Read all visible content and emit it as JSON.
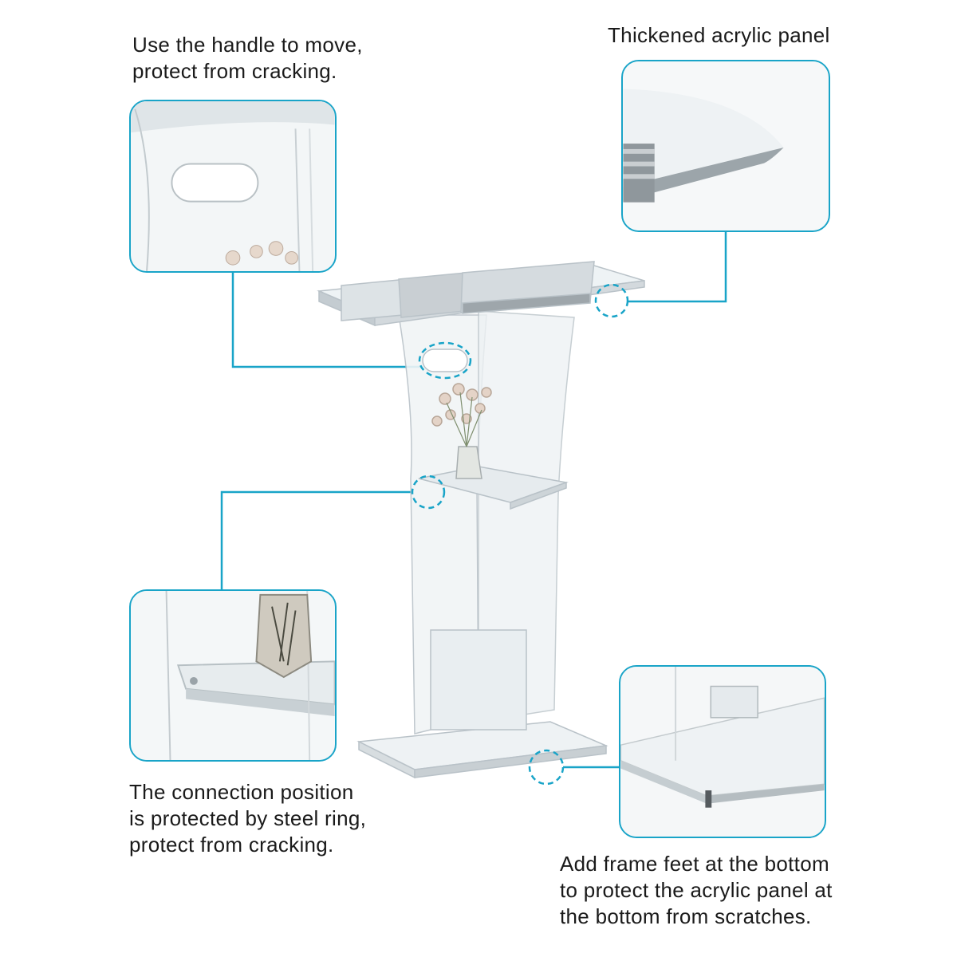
{
  "callouts": {
    "handle": {
      "lines": [
        "Use the handle to move,",
        "protect from cracking."
      ]
    },
    "panel": {
      "lines": [
        "Thickened acrylic panel"
      ]
    },
    "connection": {
      "lines": [
        "The connection position",
        "is protected by steel ring,",
        "protect from cracking."
      ]
    },
    "feet": {
      "lines": [
        "Add frame feet at the bottom",
        "to protect the acrylic panel at",
        "the bottom from scratches."
      ]
    }
  },
  "colors": {
    "accent": "#19a4c8",
    "text": "#1a1a1a",
    "background": "#ffffff"
  }
}
